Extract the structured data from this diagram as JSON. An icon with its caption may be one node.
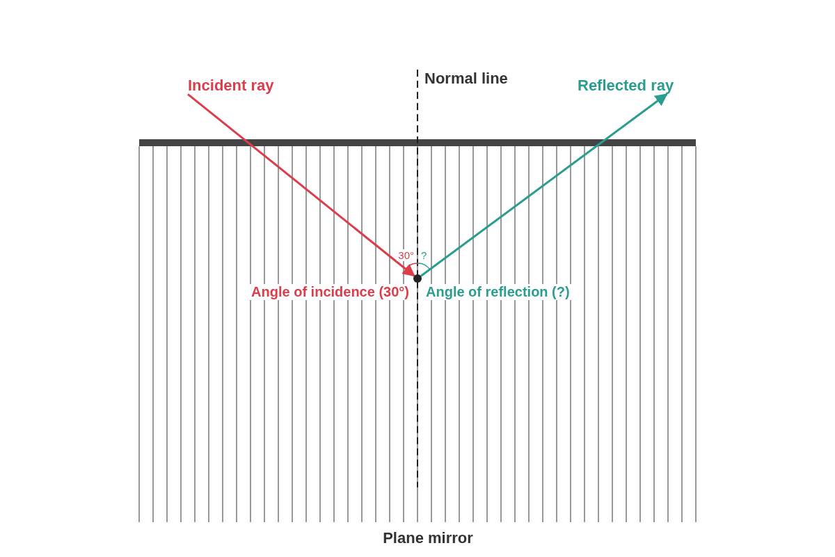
{
  "diagram": {
    "nodes": [
      {
        "text": [
          "Incident ray"
        ]
      },
      {
        "text": [],
        "shape": "circle"
      },
      {
        "text": [
          "Reflected ray"
        ]
      }
    ],
    "edges": [
      {
        "from": 0,
        "to": 1,
        "arrow": "to",
        "color": "#dc3d4a"
      },
      {
        "from": 1,
        "to": 2,
        "arrow": "to",
        "color": "#2a9d8f"
      }
    ],
    "labels": [
      "Normal line",
      "Angle of incidence (30°)",
      "Angle of reflection (?)",
      "30°",
      "?",
      "Plane mirror"
    ]
  }
}
